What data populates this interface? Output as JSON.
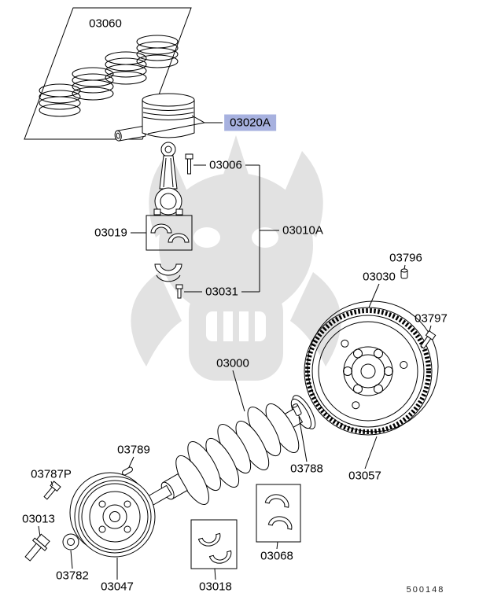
{
  "page": {
    "drawing_number": "500148",
    "highlight_color": "#a7b1df",
    "background_color": "#ffffff",
    "line_color": "#000000",
    "watermark_color": "#e2e2e2"
  },
  "labels": {
    "p03060": {
      "text": "03060",
      "highlighted": false
    },
    "p03020A": {
      "text": "03020A",
      "highlighted": true
    },
    "p03006": {
      "text": "03006",
      "highlighted": false
    },
    "p03019": {
      "text": "03019",
      "highlighted": false
    },
    "p03010A": {
      "text": "03010A",
      "highlighted": false
    },
    "p03031": {
      "text": "03031",
      "highlighted": false
    },
    "p03796": {
      "text": "03796",
      "highlighted": false
    },
    "p03030": {
      "text": "03030",
      "highlighted": false
    },
    "p03797": {
      "text": "03797",
      "highlighted": false
    },
    "p03000": {
      "text": "03000",
      "highlighted": false
    },
    "p03789": {
      "text": "03789",
      "highlighted": false
    },
    "p03788": {
      "text": "03788",
      "highlighted": false
    },
    "p03057": {
      "text": "03057",
      "highlighted": false
    },
    "p03787P": {
      "text": "03787P",
      "highlighted": false
    },
    "p03013": {
      "text": "03013",
      "highlighted": false
    },
    "p03782": {
      "text": "03782",
      "highlighted": false
    },
    "p03047": {
      "text": "03047",
      "highlighted": false
    },
    "p03068": {
      "text": "03068",
      "highlighted": false
    },
    "p03018": {
      "text": "03018",
      "highlighted": false
    }
  }
}
